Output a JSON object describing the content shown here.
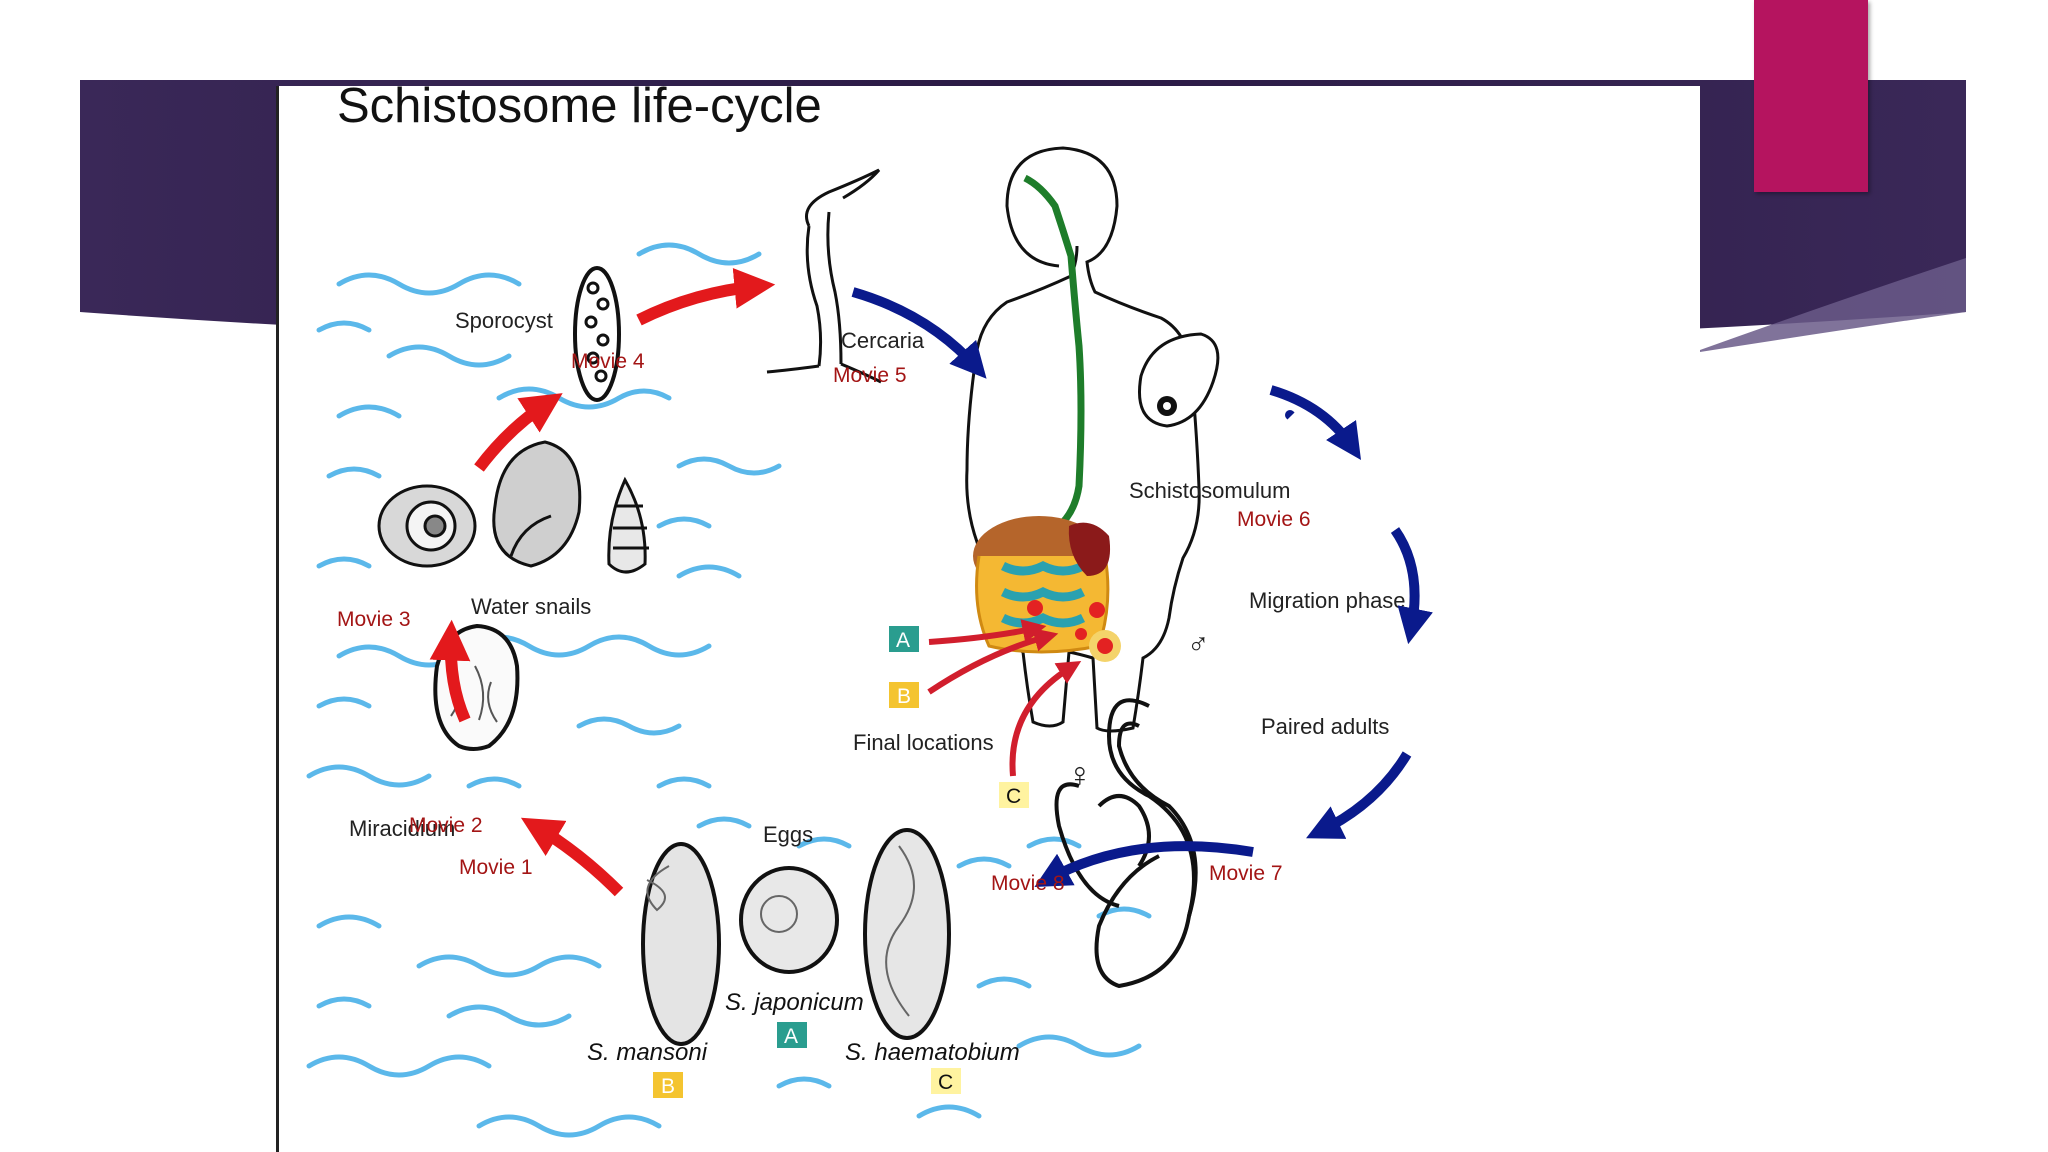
{
  "title": "Schistosome life-cycle",
  "labels": {
    "sporocyst": "Sporocyst",
    "cercaria": "Cercaria",
    "water_snails": "Water snails",
    "miracidium": "Miracidium",
    "eggs": "Eggs",
    "schistosomulum": "Schistosomulum",
    "migration_phase": "Migration phase",
    "paired_adults": "Paired adults",
    "final_locations": "Final locations",
    "male_symbol": "♂",
    "female_symbol": "♀"
  },
  "movies": {
    "m1": "Movie 1",
    "m2": "Movie 2",
    "m3": "Movie 3",
    "m4": "Movie 4",
    "m5": "Movie 5",
    "m6": "Movie 6",
    "m7": "Movie 7",
    "m8": "Movie 8"
  },
  "species": {
    "mansoni": "S. mansoni",
    "japonicum": "S. japonicum",
    "haematobium": "S. haematobium"
  },
  "badges": {
    "a": "A",
    "b": "B",
    "c": "C"
  },
  "colors": {
    "banner": "#2e1d4a",
    "accent_tab": "#b5145f",
    "red_arrow": "#e3191c",
    "blue_arrow": "#0a1a8c",
    "water": "#5bb8ea",
    "badge_a": "#2a9d8f",
    "badge_b": "#f4c430",
    "badge_c": "#fff3a0"
  }
}
